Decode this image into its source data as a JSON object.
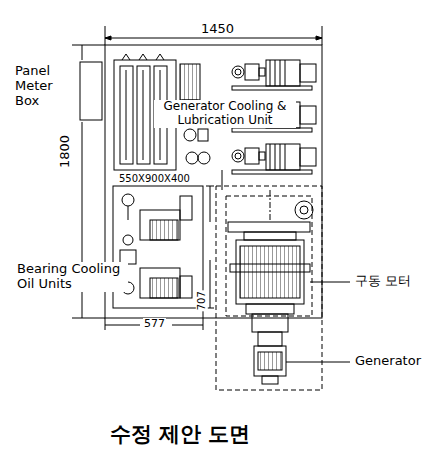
{
  "diagram": {
    "caption": "수정 제안 도면",
    "labels": [
      "1450",
      "Panel Meter Box",
      "Generator Cooling & Lubrication Unit",
      "1800",
      "550X900X400",
      "707",
      "Bearing Cooling Oil Units",
      "577",
      "구동 모터",
      "Generator"
    ]
  }
}
